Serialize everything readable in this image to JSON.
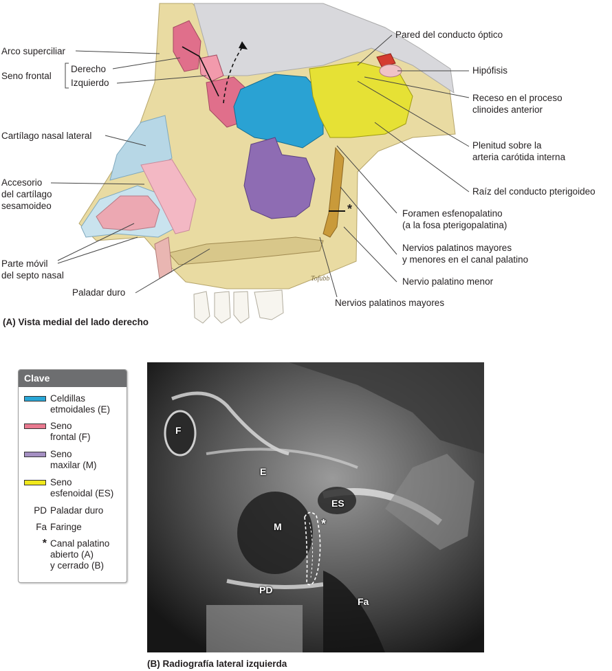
{
  "panel_a": {
    "caption": "(A) Vista medial del lado derecho",
    "signature": "Tofubb",
    "labels": {
      "arco_superciliar": "Arco superciliar",
      "seno_frontal": "Seno frontal",
      "derecho": "Derecho",
      "izquierdo": "Izquierdo",
      "cartilago_nasal_lateral": "Cartílago nasal lateral",
      "accesorio_1": "Accesorio",
      "accesorio_2": "del cartílago",
      "accesorio_3": "sesamoideo",
      "parte_movil_1": "Parte móvil",
      "parte_movil_2": "del septo nasal",
      "paladar_duro": "Paladar duro",
      "pared_conducto_optico": "Pared del conducto óptico",
      "hipofisis": "Hipófisis",
      "receso_1": "Receso en el proceso",
      "receso_2": "clinoides anterior",
      "plenitud_1": "Plenitud sobre la",
      "plenitud_2": "arteria carótida interna",
      "raiz_pterigoideo": "Raíz del conducto pterigoideo",
      "foramen_1": "Foramen esfenopalatino",
      "foramen_2": "(a la fosa pterigopalatina)",
      "nervios_canal_1": "Nervios palatinos mayores",
      "nervios_canal_2": "y menores en el canal palatino",
      "nervio_menor": "Nervio palatino menor",
      "nervios_mayores": "Nervios palatinos mayores",
      "asterisk": "*"
    }
  },
  "key": {
    "title": "Clave",
    "items": [
      {
        "line1": "Celdillas",
        "line2": "etmoidales (E)",
        "color": "#29a6d6"
      },
      {
        "line1": "Seno",
        "line2": "frontal (F)",
        "color": "#e8798f"
      },
      {
        "line1": "Seno",
        "line2": "maxilar (M)",
        "color": "#a48fc2"
      },
      {
        "line1": "Seno",
        "line2": "esfenoidal (ES)",
        "color": "#f0e81c"
      }
    ],
    "abbr": [
      {
        "abbr": "PD",
        "text": "Paladar duro"
      },
      {
        "abbr": "Fa",
        "text": "Faringe"
      }
    ],
    "asterisk": {
      "abbr": "*",
      "line1": "Canal palatino",
      "line2": "abierto (A)",
      "line3": "y cerrado (B)"
    }
  },
  "panel_b": {
    "caption": "(B) Radiografía lateral izquierda",
    "labels": {
      "F": "F",
      "E": "E",
      "ES": "ES",
      "M": "M",
      "PD": "PD",
      "Fa": "Fa",
      "asterisk": "*"
    }
  }
}
